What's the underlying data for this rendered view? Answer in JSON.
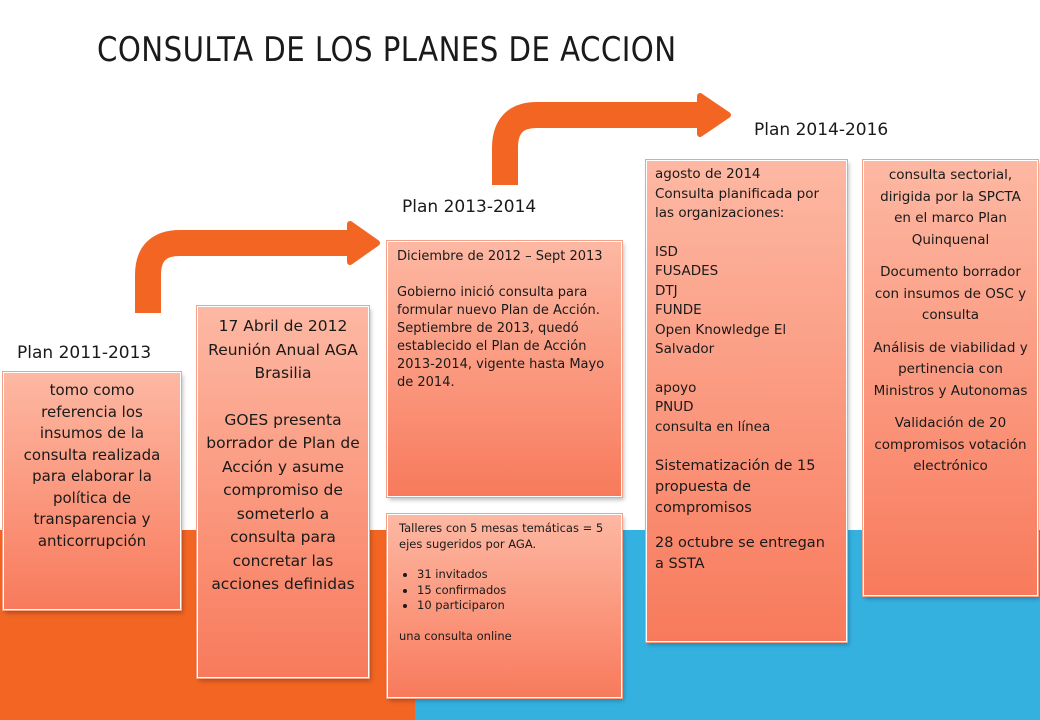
{
  "title": "CONSULTA DE LOS PLANES DE ACCION",
  "colors": {
    "orange_band": "#f26522",
    "blue_band": "#35b1e0",
    "arrow": "#f26522",
    "box_top": "#fdb8a3",
    "box_bottom": "#f87a5c"
  },
  "plans": [
    {
      "label": "Plan 2011-2013"
    },
    {
      "label": "Plan 2013-2014"
    },
    {
      "label": "Plan 2014-2016"
    }
  ],
  "boxes": {
    "b1": "tomo como referencia los insumos de la consulta realizada para elaborar la política de transparencia y anticorrupción",
    "b2_head": "17 Abril de 2012\nReunión Anual AGA Brasilia",
    "b2_body": "GOES presenta borrador de Plan de Acción y asume compromiso de someterlo a consulta para concretar las acciones definidas",
    "b3_dates": "Diciembre de 2012 – Sept 2013",
    "b3_body": "Gobierno inició consulta para formular nuevo Plan de Acción.",
    "b3_body2": "Septiembre de 2013, quedó establecido el Plan de Acción 2013-2014, vigente hasta Mayo de 2014.",
    "b4_intro": "Talleres con 5 mesas temáticas = 5 ejes sugeridos por AGA.",
    "b4_bullets": [
      "31 invitados",
      "15 confirmados",
      "10 participaron"
    ],
    "b4_footer": "una consulta online",
    "b5_head": "agosto de 2014\nConsulta planificada por las organizaciones:",
    "b5_orgs": "ISD\nFUSADES\nDTJ\nFUNDE\nOpen Knowledge El Salvador",
    "b5_support": "apoyo\nPNUD\nconsulta en línea",
    "b5_sistem": "Sistematización de 15 propuesta de compromisos",
    "b5_delivery": "28 octubre se entregan a SSTA",
    "b6_p1": "consulta sectorial, dirigida por la SPCTA en el marco Plan Quinquenal",
    "b6_p2": "Documento borrador con insumos de OSC y consulta",
    "b6_p3": "Análisis de viabilidad y pertinencia con Ministros y Autonomas",
    "b6_p4": "Validación de 20 compromisos votación electrónico"
  }
}
